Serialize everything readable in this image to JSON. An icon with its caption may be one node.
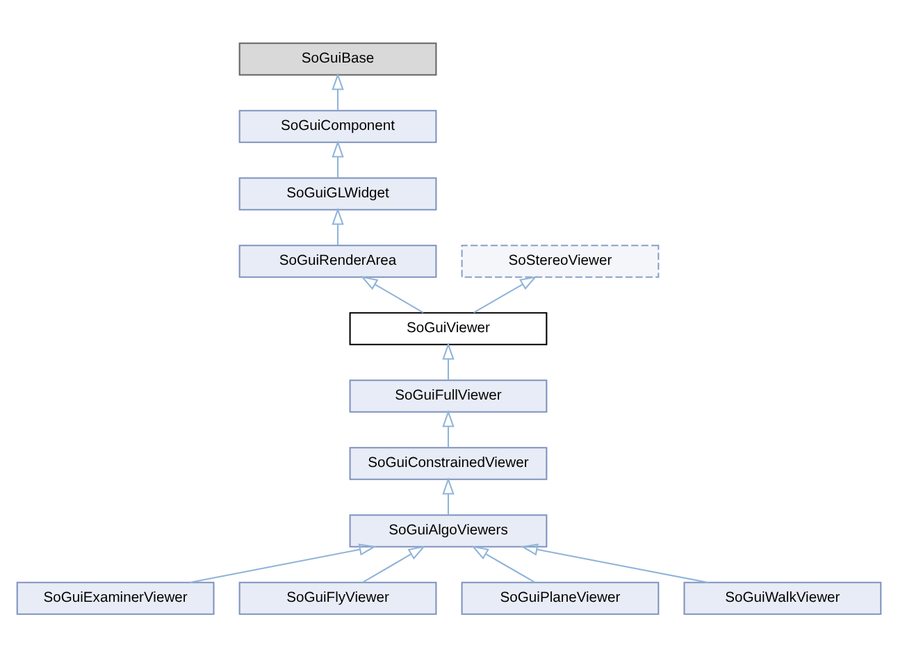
{
  "diagram": {
    "nodes": [
      {
        "text": [
          "SoGuiBase"
        ]
      },
      {
        "text": [
          "SoGuiComponent"
        ]
      },
      {
        "text": [
          "SoGuiGLWidget"
        ]
      },
      {
        "text": [
          "SoGuiRenderArea"
        ]
      },
      {
        "text": [
          "SoStereoViewer"
        ]
      },
      {
        "text": [
          "SoGuiViewer"
        ]
      },
      {
        "text": [
          "SoGuiFullViewer"
        ]
      },
      {
        "text": [
          "SoGuiConstrainedViewer"
        ]
      },
      {
        "text": [
          "SoGuiAlgoViewers"
        ]
      },
      {
        "text": [
          "SoGuiExaminerViewer"
        ]
      },
      {
        "text": [
          "SoGuiFlyViewer"
        ]
      },
      {
        "text": [
          "SoGuiPlaneViewer"
        ]
      },
      {
        "text": [
          "SoGuiWalkViewer"
        ]
      }
    ],
    "edges": [
      {
        "from": 1,
        "to": 0,
        "arrow": "to"
      },
      {
        "from": 2,
        "to": 1,
        "arrow": "to"
      },
      {
        "from": 3,
        "to": 2,
        "arrow": "to"
      },
      {
        "from": 5,
        "to": 3,
        "arrow": "to"
      },
      {
        "from": 5,
        "to": 4,
        "arrow": "to"
      },
      {
        "from": 6,
        "to": 5,
        "arrow": "to"
      },
      {
        "from": 7,
        "to": 6,
        "arrow": "to"
      },
      {
        "from": 8,
        "to": 7,
        "arrow": "to"
      },
      {
        "from": 9,
        "to": 8,
        "arrow": "to"
      },
      {
        "from": 10,
        "to": 8,
        "arrow": "to"
      },
      {
        "from": 11,
        "to": 8,
        "arrow": "to"
      },
      {
        "from": 12,
        "to": 8,
        "arrow": "to"
      }
    ]
  }
}
